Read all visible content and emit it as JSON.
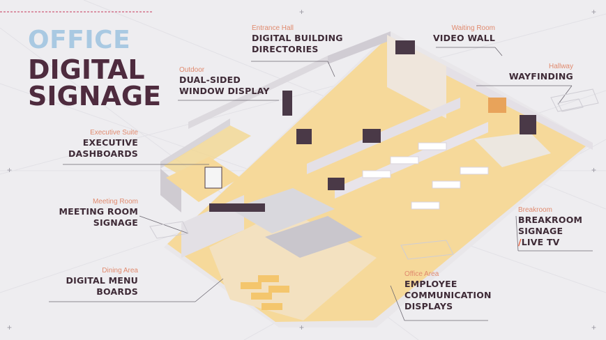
{
  "title": {
    "line1": "OFFICE",
    "line2": "DIGITAL",
    "line3": "SIGNAGE"
  },
  "colors": {
    "accent_blue": "#a9c9e2",
    "dark_plum": "#4e2b3e",
    "label_orange": "#e08a6e",
    "slash_red": "#e7603e",
    "floor": "#f6d99a",
    "background": "#eeedf0"
  },
  "labels": {
    "entrance": {
      "sub": "Entrance Hall",
      "line1": "DIGITAL BUILDING",
      "line2": "DIRECTORIES"
    },
    "waiting": {
      "sub": "Waiting Room",
      "line1": "VIDEO WALL"
    },
    "outdoor": {
      "sub": "Outdoor",
      "line1": "DUAL-SIDED",
      "line2": "WINDOW DISPLAY"
    },
    "hallway": {
      "sub": "Hallway",
      "line1": "WAYFINDING"
    },
    "executive": {
      "sub": "Executive Suite",
      "line1": "EXECUTIVE",
      "line2": "DASHBOARDS"
    },
    "meeting": {
      "sub": "Meeting Room",
      "line1": "MEETING ROOM",
      "line2": "SIGNAGE"
    },
    "breakroom": {
      "sub": "Breakroom",
      "line1": "BREAKROOM",
      "line2": "SIGNAGE",
      "slash": "/",
      "line3": "LIVE TV"
    },
    "dining": {
      "sub": "Dining Area",
      "line1": "DIGITAL MENU",
      "line2": "BOARDS"
    },
    "office": {
      "sub": "Office Area",
      "line1": "EMPLOYEE",
      "line2": "COMMUNICATION",
      "line3": "DISPLAYS"
    }
  }
}
